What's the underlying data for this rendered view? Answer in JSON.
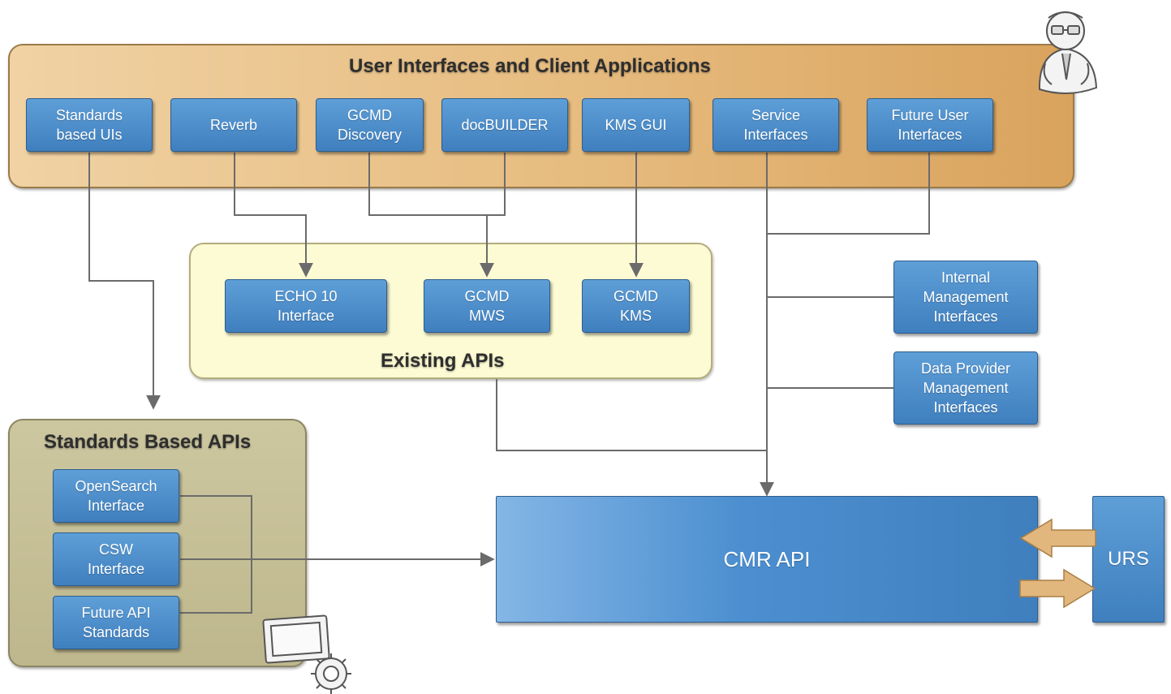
{
  "regions": {
    "ui": "User Interfaces and Client Applications",
    "existing": "Existing APIs",
    "standards": "Standards Based APIs"
  },
  "clients": [
    "Standards\nbased UIs",
    "Reverb",
    "GCMD\nDiscovery",
    "docBUILDER",
    "KMS GUI",
    "Service\nInterfaces",
    "Future User\nInterfaces"
  ],
  "existing_apis": [
    "ECHO 10\nInterface",
    "GCMD\nMWS",
    "GCMD\nKMS"
  ],
  "management": [
    "Internal\nManagement\nInterfaces",
    "Data Provider\nManagement\nInterfaces"
  ],
  "standards_apis": [
    "OpenSearch\nInterface",
    "CSW\nInterface",
    "Future API\nStandards"
  ],
  "core": {
    "cmr": "CMR API",
    "urs": "URS"
  },
  "colors": {
    "box": "#4a8cc9",
    "ui_region": "#e6bb7e",
    "existing_region": "#fdfbd3",
    "standards_region": "#c4be96",
    "connector": "#6b6b6b",
    "exchange_arrow": "#e2b77e"
  }
}
